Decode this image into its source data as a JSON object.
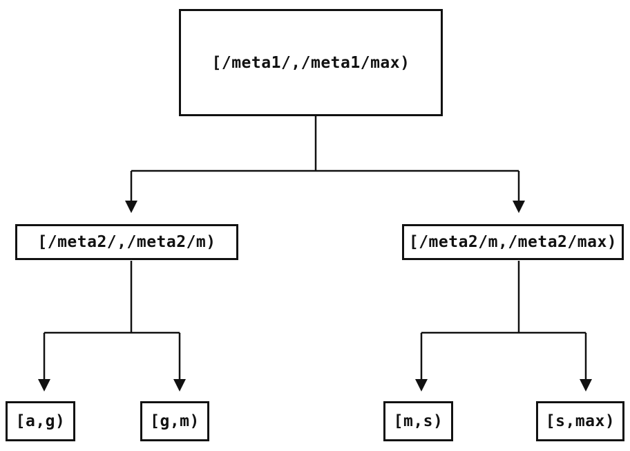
{
  "tree": {
    "root": {
      "label": "[/meta1/,/meta1/max)"
    },
    "children": [
      {
        "label": "[/meta2/,/meta2/m)",
        "children": [
          {
            "label": "[a,g)"
          },
          {
            "label": "[g,m)"
          }
        ]
      },
      {
        "label": "[/meta2/m,/meta2/max)",
        "children": [
          {
            "label": "[m,s)"
          },
          {
            "label": "[s,max)"
          }
        ]
      }
    ],
    "colors": {
      "line": "#111111",
      "text": "#111111",
      "background": "#ffffff"
    }
  }
}
